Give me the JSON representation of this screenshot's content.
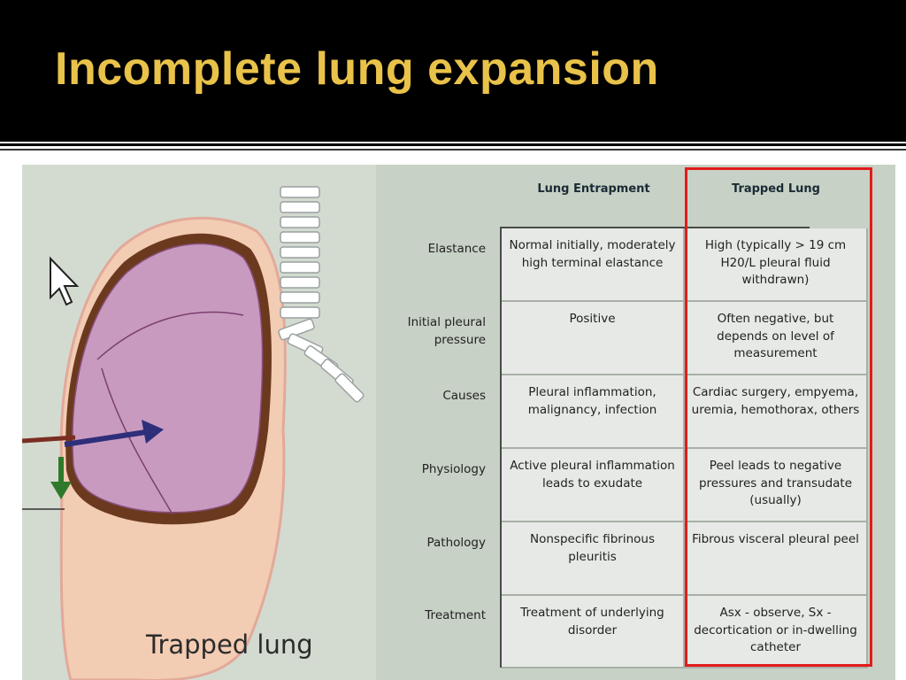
{
  "slide": {
    "title": "Incomplete lung expansion",
    "figure_caption": "Trapped lung"
  },
  "table": {
    "headers": [
      "Lung Entrapment",
      "Trapped Lung"
    ],
    "rows": [
      {
        "label": "Elastance",
        "entrapment": "Normal initially, moderately high terminal elastance",
        "trapped": "High (typically > 19 cm H20/L pleural fluid withdrawn)"
      },
      {
        "label": "Initial pleural pressure",
        "entrapment": "Positive",
        "trapped": "Often negative, but depends on level of measurement"
      },
      {
        "label": "Causes",
        "entrapment": "Pleural inflammation, malignancy, infection",
        "trapped": "Cardiac surgery, empyema, uremia, hemothorax, others"
      },
      {
        "label": "Physiology",
        "entrapment": "Active pleural inflammation leads to exudate",
        "trapped": "Peel leads to negative pressures and transudate (usually)"
      },
      {
        "label": "Pathology",
        "entrapment": "Nonspecific fibrinous pleuritis",
        "trapped": "Fibrous visceral pleural peel"
      },
      {
        "label": "Treatment",
        "entrapment": "Treatment of underlying disorder",
        "trapped": "Asx - observe, Sx - decortication or in-dwelling catheter"
      }
    ]
  },
  "colors": {
    "title": "#e9c24a",
    "highlight": "#e21b1b",
    "lung": "#c99ac0",
    "peel": "#6b3a1e",
    "arrow_blue": "#2e2f7a",
    "arrow_green": "#2f7a2a"
  }
}
